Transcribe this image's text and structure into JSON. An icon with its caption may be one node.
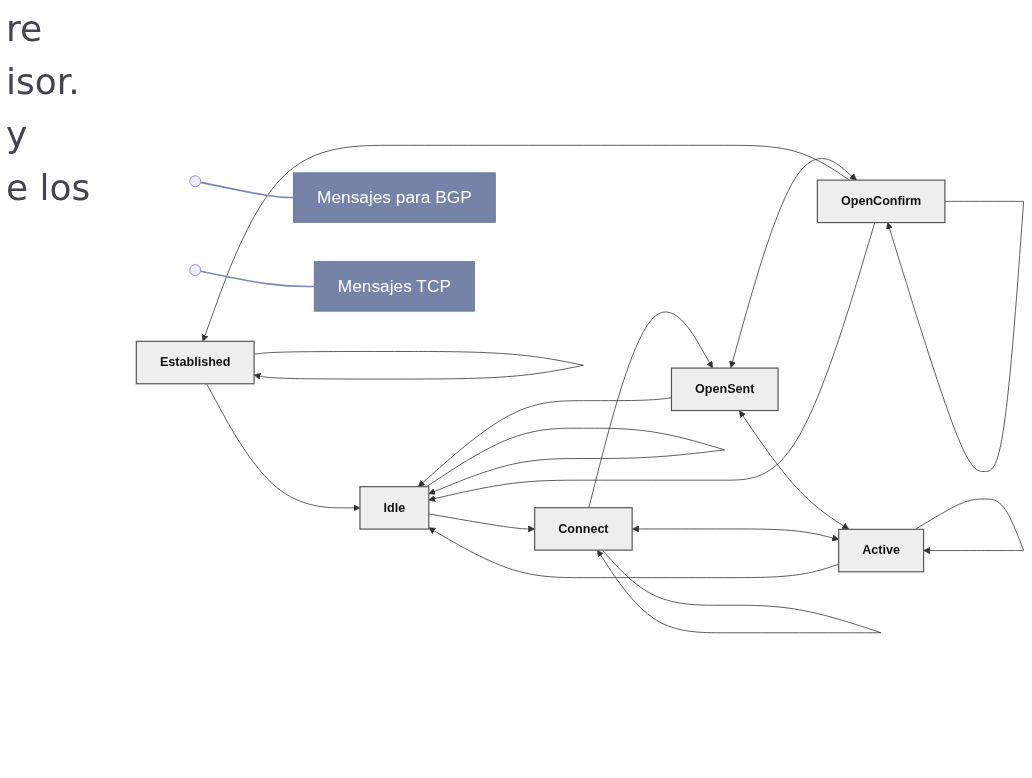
{
  "diagram": {
    "nodes": [
      {
        "text": [
          "Mensajes para BGP"
        ]
      },
      {
        "text": [
          "Established"
        ]
      },
      {
        "text": [
          "OpenSent"
        ]
      },
      {
        "text": [
          "OpenConfirm"
        ]
      },
      {
        "text": [
          "Connect"
        ]
      },
      {
        "text": [
          "Active"
        ]
      },
      {
        "text": [
          "Idle"
        ]
      },
      {
        "text": [
          "Mensajes TCP"
        ]
      }
    ],
    "edges": [
      {
        "from": 1,
        "to": 1,
        "arrow": "to"
      },
      {
        "from": 1,
        "to": 6,
        "arrow": "to"
      },
      {
        "from": 3,
        "to": 1,
        "arrow": "to"
      },
      {
        "from": 3,
        "to": 3,
        "arrow": "to"
      },
      {
        "from": 2,
        "to": 3,
        "arrow": "both"
      },
      {
        "from": 2,
        "to": 6,
        "arrow": "to"
      },
      {
        "from": 2,
        "to": 5,
        "arrow": "both"
      },
      {
        "from": 5,
        "to": 5,
        "arrow": "to"
      },
      {
        "from": 4,
        "to": 2,
        "arrow": "to"
      },
      {
        "from": 4,
        "to": 4,
        "arrow": "to"
      },
      {
        "from": 4,
        "to": 5,
        "arrow": "both"
      },
      {
        "from": 6,
        "to": 4,
        "arrow": "to"
      },
      {
        "from": 5,
        "to": 6,
        "arrow": "to"
      },
      {
        "from": 3,
        "to": 6,
        "arrow": "to"
      },
      {
        "from": 6,
        "to": 6,
        "arrow": "to"
      },
      {
        "from": 0,
        "to": null,
        "arrow": "none",
        "color": "#7a88b0"
      },
      {
        "from": 7,
        "to": null,
        "arrow": "none",
        "color": "#7a88b0"
      }
    ],
    "labels": [
      "re",
      "isor.",
      "y",
      "e los"
    ]
  }
}
